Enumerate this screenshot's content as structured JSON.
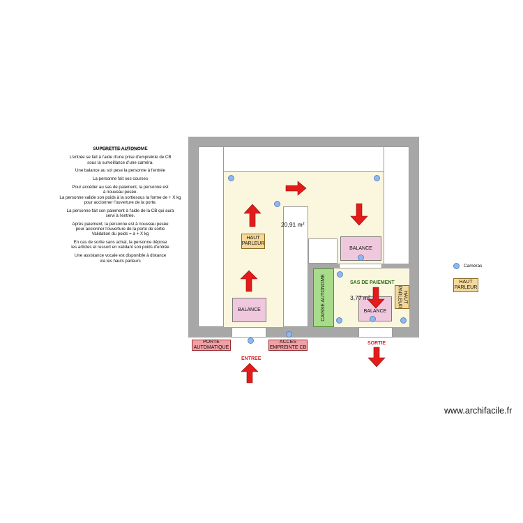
{
  "notes": {
    "title": "SUPERETTE AUTONOME",
    "overlay": "FONCTIONNEMENT",
    "paragraphs": [
      "L'entrée se fait à l'aide d'une prise d'empreinte de CB\nsous la surveillance d'une caméra.",
      "Une balance au sol pese la personne à l'entrée",
      "La personne fait ses courses",
      "Pour accéder au sas de paiement, la personne est\nà nouveau pesée.\nLa personne valide son poids à la sortiesous la forme de + X kg\npour accionner l'ouverture de la porte.",
      "La personne fait son paiement à l'aide de la CB qui aura\nservi à l'entrée.",
      "Après paiement, la personne est à nouveau pesée\npour accionner l'ouverture de la porte de sortie\nValidation du poids = à + X kg",
      "En cas de sortie sans achat, la personne  dépose\nles articles et ressort en validant son poids d'entrée",
      "Une assistance vocale est disponible à distance\nvia les hauts parleurs"
    ]
  },
  "plan": {
    "main_area": "20,91 m²",
    "sas_area": "3,77 m²",
    "sas_label": "SAS DE PAIEMENT",
    "caisse_label": "CAISSE AUTONOME",
    "balance_label": "BALANCE",
    "haut_parleur_label": "HAUT\nPARLEUR",
    "porte_label": "PORTE\nAUTOMATIQUE",
    "acces_label": "ACCES\nEMPREINTE CB",
    "entree_label": "ENTREE",
    "sortie_label": "SORTIE"
  },
  "legend": {
    "cameras": "Caméras",
    "haut_parleur": "HAUT\nPARLEUR"
  },
  "watermark": "www.archifacile.fr",
  "colors": {
    "wall": "#a7a7a7",
    "floor": "#fbf7df",
    "balance": "#f0c8de",
    "haut_parleur": "#f3d99b",
    "caisse": "#a8dc8a",
    "arrow_red": "#e31b1b",
    "camera": "#8fb8ee",
    "label_red": "#f1a1a5"
  }
}
